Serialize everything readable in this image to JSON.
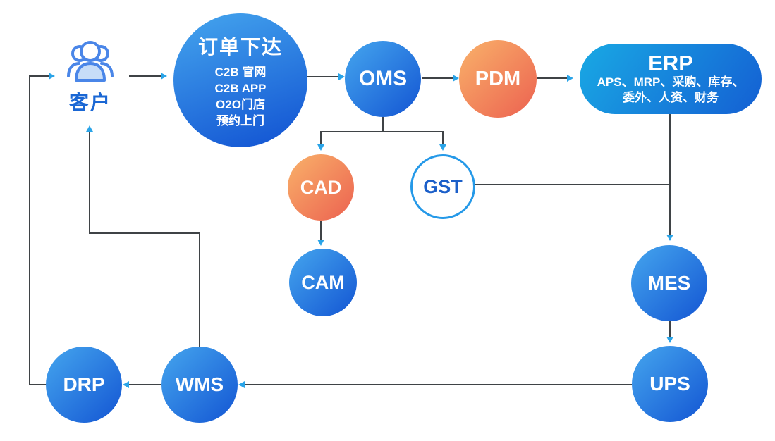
{
  "diagram": {
    "customer": {
      "label": "客户"
    },
    "order": {
      "title": "订单下达",
      "lines": [
        "C2B 官网",
        "C2B APP",
        "O2O门店",
        "预约上门"
      ]
    },
    "oms": {
      "label": "OMS"
    },
    "pdm": {
      "label": "PDM"
    },
    "erp": {
      "title": "ERP",
      "sub": [
        "APS、MRP、采购、库存、",
        "委外、人资、财务"
      ]
    },
    "cad": {
      "label": "CAD"
    },
    "gst": {
      "label": "GST"
    },
    "cam": {
      "label": "CAM"
    },
    "mes": {
      "label": "MES"
    },
    "ups": {
      "label": "UPS"
    },
    "wms": {
      "label": "WMS"
    },
    "drp": {
      "label": "DRP"
    }
  },
  "colors": {
    "blue_gradient_start": "#45a6ee",
    "blue_gradient_end": "#1355d3",
    "orange_gradient_start": "#f9b26a",
    "orange_gradient_end": "#ec6150",
    "erp_gradient_start": "#19a9e4",
    "erp_gradient_end": "#145fd3",
    "gst_border": "#2599e8",
    "gst_text": "#1b5fc9",
    "label_blue": "#1a67d4",
    "line": "#3f4346",
    "arrowhead": "#2aa4e8"
  }
}
